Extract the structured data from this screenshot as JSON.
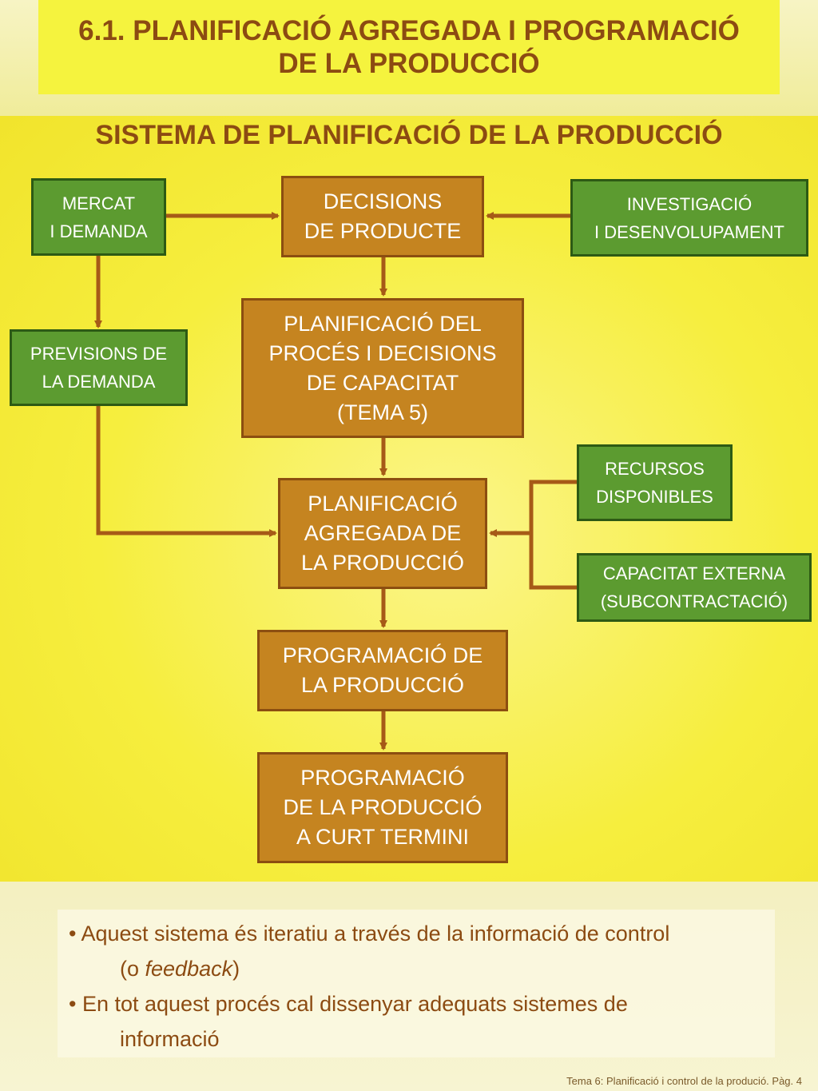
{
  "header": {
    "title_line1": "6.1. PLANIFICACIÓ AGREGADA I PROGRAMACIÓ",
    "title_line2": "DE LA PRODUCCIÓ"
  },
  "diagram": {
    "title": "SISTEMA DE PLANIFICACIÓ DE LA PRODUCCIÓ",
    "nodes": {
      "mercat": [
        "MERCAT",
        "I DEMANDA"
      ],
      "decisions": [
        "DECISIONS",
        "DE PRODUCTE"
      ],
      "investigacio": [
        "INVESTIGACIÓ",
        "I DESENVOLUPAMENT"
      ],
      "previsions": [
        "PREVISIONS DE",
        "LA DEMANDA"
      ],
      "proces": [
        "PLANIFICACIÓ DEL",
        "PROCÉS I DECISIONS",
        "DE CAPACITAT",
        "(TEMA 5)"
      ],
      "recursos": [
        "RECURSOS",
        "DISPONIBLES"
      ],
      "agregada": [
        "PLANIFICACIÓ",
        "AGREGADA DE",
        "LA PRODUCCIÓ"
      ],
      "capacitat": [
        "CAPACITAT EXTERNA",
        "(SUBCONTRACTACIÓ)"
      ],
      "programacio": [
        "PROGRAMACIÓ DE",
        "LA PRODUCCIÓ"
      ],
      "curt": [
        "PROGRAMACIÓ",
        "DE LA PRODUCCIÓ",
        "A CURT TERMINI"
      ]
    }
  },
  "notes": {
    "n1_a": "• Aquest sistema és iteratiu a través de la informació de control",
    "n1_b_pre": "(o ",
    "n1_b_em": "feedback",
    "n1_b_post": ")",
    "n2_a": "• En tot aquest procés cal dissenyar adequats sistemes de",
    "n2_b": "informació"
  },
  "footer": "Tema 6: Planificació i control de la produció. Pàg. 4",
  "colors": {
    "green_box": "#5c9b30",
    "orange_box": "#c58420",
    "arrow": "#a65a17",
    "title_text": "#8c4b12",
    "title_band": "#f5f33e"
  }
}
